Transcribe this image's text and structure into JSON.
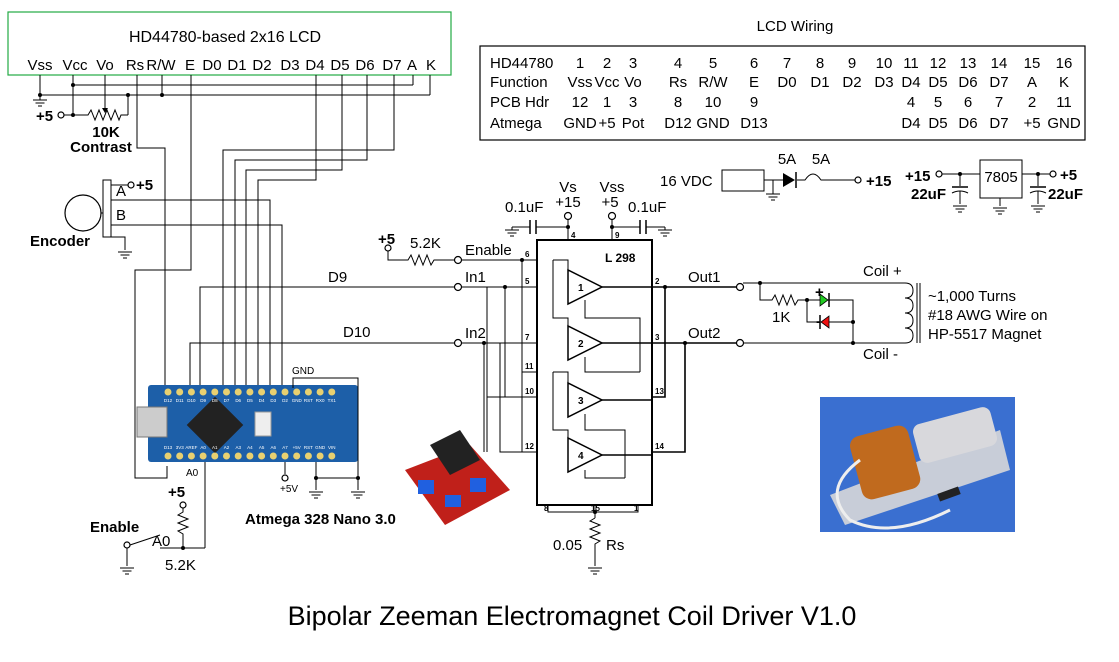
{
  "title": "Bipolar Zeeman Electromagnet Coil Driver V1.0",
  "lcd": {
    "title": "HD44780-based 2x16 LCD",
    "pins": [
      "Vss",
      "Vcc",
      "Vo",
      "Rs",
      "R/W",
      "E",
      "D0",
      "D1",
      "D2",
      "D3",
      "D4",
      "D5",
      "D6",
      "D7",
      "A",
      "K"
    ],
    "border_color": "#22aa44",
    "pot_value": "10K",
    "pot_label": "Contrast",
    "supply": "+5"
  },
  "lcd_wiring": {
    "title": "LCD Wiring",
    "rows": [
      {
        "label": "HD44780",
        "cells": [
          "1",
          "2",
          "3",
          "4",
          "5",
          "6",
          "7",
          "8",
          "9",
          "10",
          "11",
          "12",
          "13",
          "14",
          "15",
          "16"
        ]
      },
      {
        "label": "Function",
        "cells": [
          "Vss",
          "Vcc",
          "Vo",
          "Rs",
          "R/W",
          "E",
          "D0",
          "D1",
          "D2",
          "D3",
          "D4",
          "D5",
          "D6",
          "D7",
          "A",
          "K"
        ]
      },
      {
        "label": "PCB Hdr",
        "cells": [
          "12",
          "1",
          "3",
          "8",
          "10",
          "9",
          "",
          "",
          "",
          "",
          "4",
          "5",
          "6",
          "7",
          "2",
          "11"
        ]
      },
      {
        "label": "Atmega",
        "cells": [
          "GND",
          "+5",
          "Pot",
          "D12",
          "GND",
          "D13",
          "",
          "",
          "",
          "",
          "D4",
          "D5",
          "D6",
          "D7",
          "+5",
          "GND"
        ]
      }
    ]
  },
  "encoder": {
    "label": "Encoder",
    "pin_a": "A",
    "pin_b": "B",
    "supply": "+5"
  },
  "signals": {
    "d9": "D9",
    "d10": "D10"
  },
  "nano": {
    "label": "Atmega 328 Nano 3.0",
    "gnd": "GND",
    "plus5v": "+5V",
    "a0": "A0",
    "board_color": "#1d5fa8",
    "top_pins": [
      "D12",
      "D11",
      "D10",
      "D9",
      "D8",
      "D7",
      "D6",
      "D5",
      "D4",
      "D3",
      "D2",
      "GND",
      "RST",
      "RX0",
      "TX1"
    ],
    "bottom_pins": [
      "D13",
      "3V3",
      "AREF",
      "A0",
      "A1",
      "A2",
      "A3",
      "A4",
      "A5",
      "A6",
      "A7",
      "+5V",
      "RST",
      "GND",
      "VIN"
    ]
  },
  "enable_switch": {
    "label": "Enable",
    "supply": "+5",
    "a0": "A0",
    "resistor": "5.2K"
  },
  "l298": {
    "label": "L 298",
    "vs": "Vs",
    "vs_value": "+15",
    "vss": "Vss",
    "vss_value": "+5",
    "cap_left": "0.1uF",
    "cap_right": "0.1uF",
    "enable_supply": "+5",
    "enable_resistor": "5.2K",
    "enable": "Enable",
    "in1": "In1",
    "in2": "In2",
    "out1": "Out1",
    "out2": "Out2",
    "pins_left": [
      "6",
      "5",
      "7",
      "11",
      "10",
      "12"
    ],
    "pins_right": [
      "2",
      "3",
      "13",
      "14"
    ],
    "pins_top": [
      "4",
      "9"
    ],
    "pins_bottom": [
      "8",
      "15",
      "1"
    ],
    "amps": [
      "1",
      "2",
      "3",
      "4"
    ],
    "sense_value": "0.05",
    "sense_label": "Rs"
  },
  "power": {
    "input": "16 VDC",
    "diode": "5A",
    "fuse": "5A",
    "out": "+15",
    "reg_in": "+15",
    "regulator": "7805",
    "reg_out": "+5",
    "cap_in": "22uF",
    "cap_out": "22uF"
  },
  "coil": {
    "plus": "Coil +",
    "minus": "Coil -",
    "resistor": "1K",
    "led_plus": "+",
    "led_minus": "-",
    "led_plus_color": "#22cc22",
    "led_minus_color": "#ee1111",
    "desc": [
      "~1,000 Turns",
      "#18 AWG Wire on",
      "HP-5517 Magnet"
    ]
  }
}
